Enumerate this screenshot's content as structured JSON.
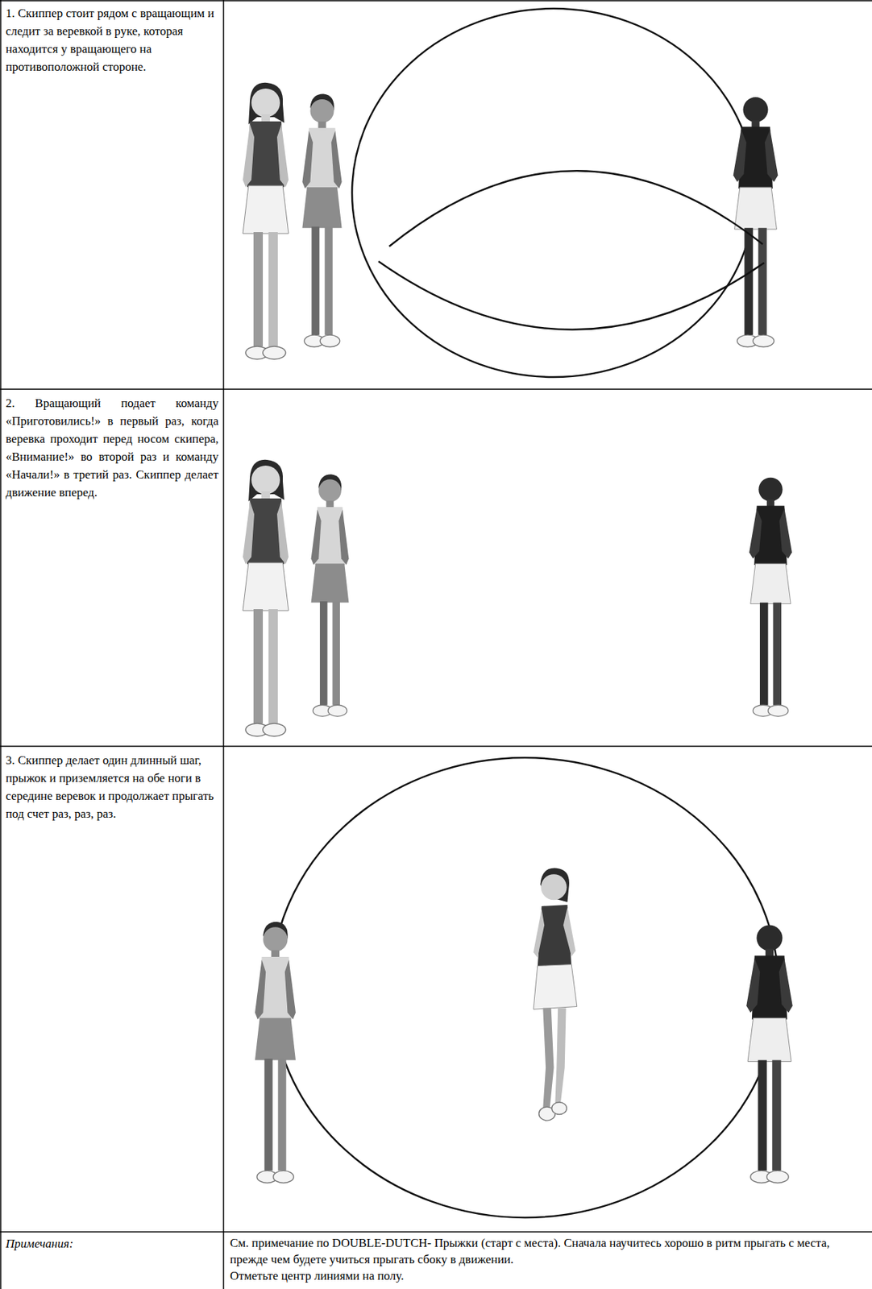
{
  "diagram": {
    "labels": [
      "1. Скиппер стоит рядом с вращающим и следит за веревкой в руке, которая находится у вращающего на противоположной стороне.",
      "2. Вращающий подает команду «Приготовились!» в первый раз, когда веревка проходит перед носом скипера, «Внимание!» во второй раз и команду «Начали!» в третий раз. Скиппер делает движение вперед.",
      "3. Скиппер делает один длинный шаг, прыжок и приземляется на обе ноги в середине веревок и продолжает прыгать под счет раз, раз, раз.",
      "Примечания:",
      "См. примечание по DOUBLE-DUTCH- Прыжки (старт с места). Сначала научитесь хорошо в ритм прыгать с места, прежде чем будете учиться прыгать сбоку в движении.",
      "Отметьте центр линиями на полу."
    ]
  }
}
